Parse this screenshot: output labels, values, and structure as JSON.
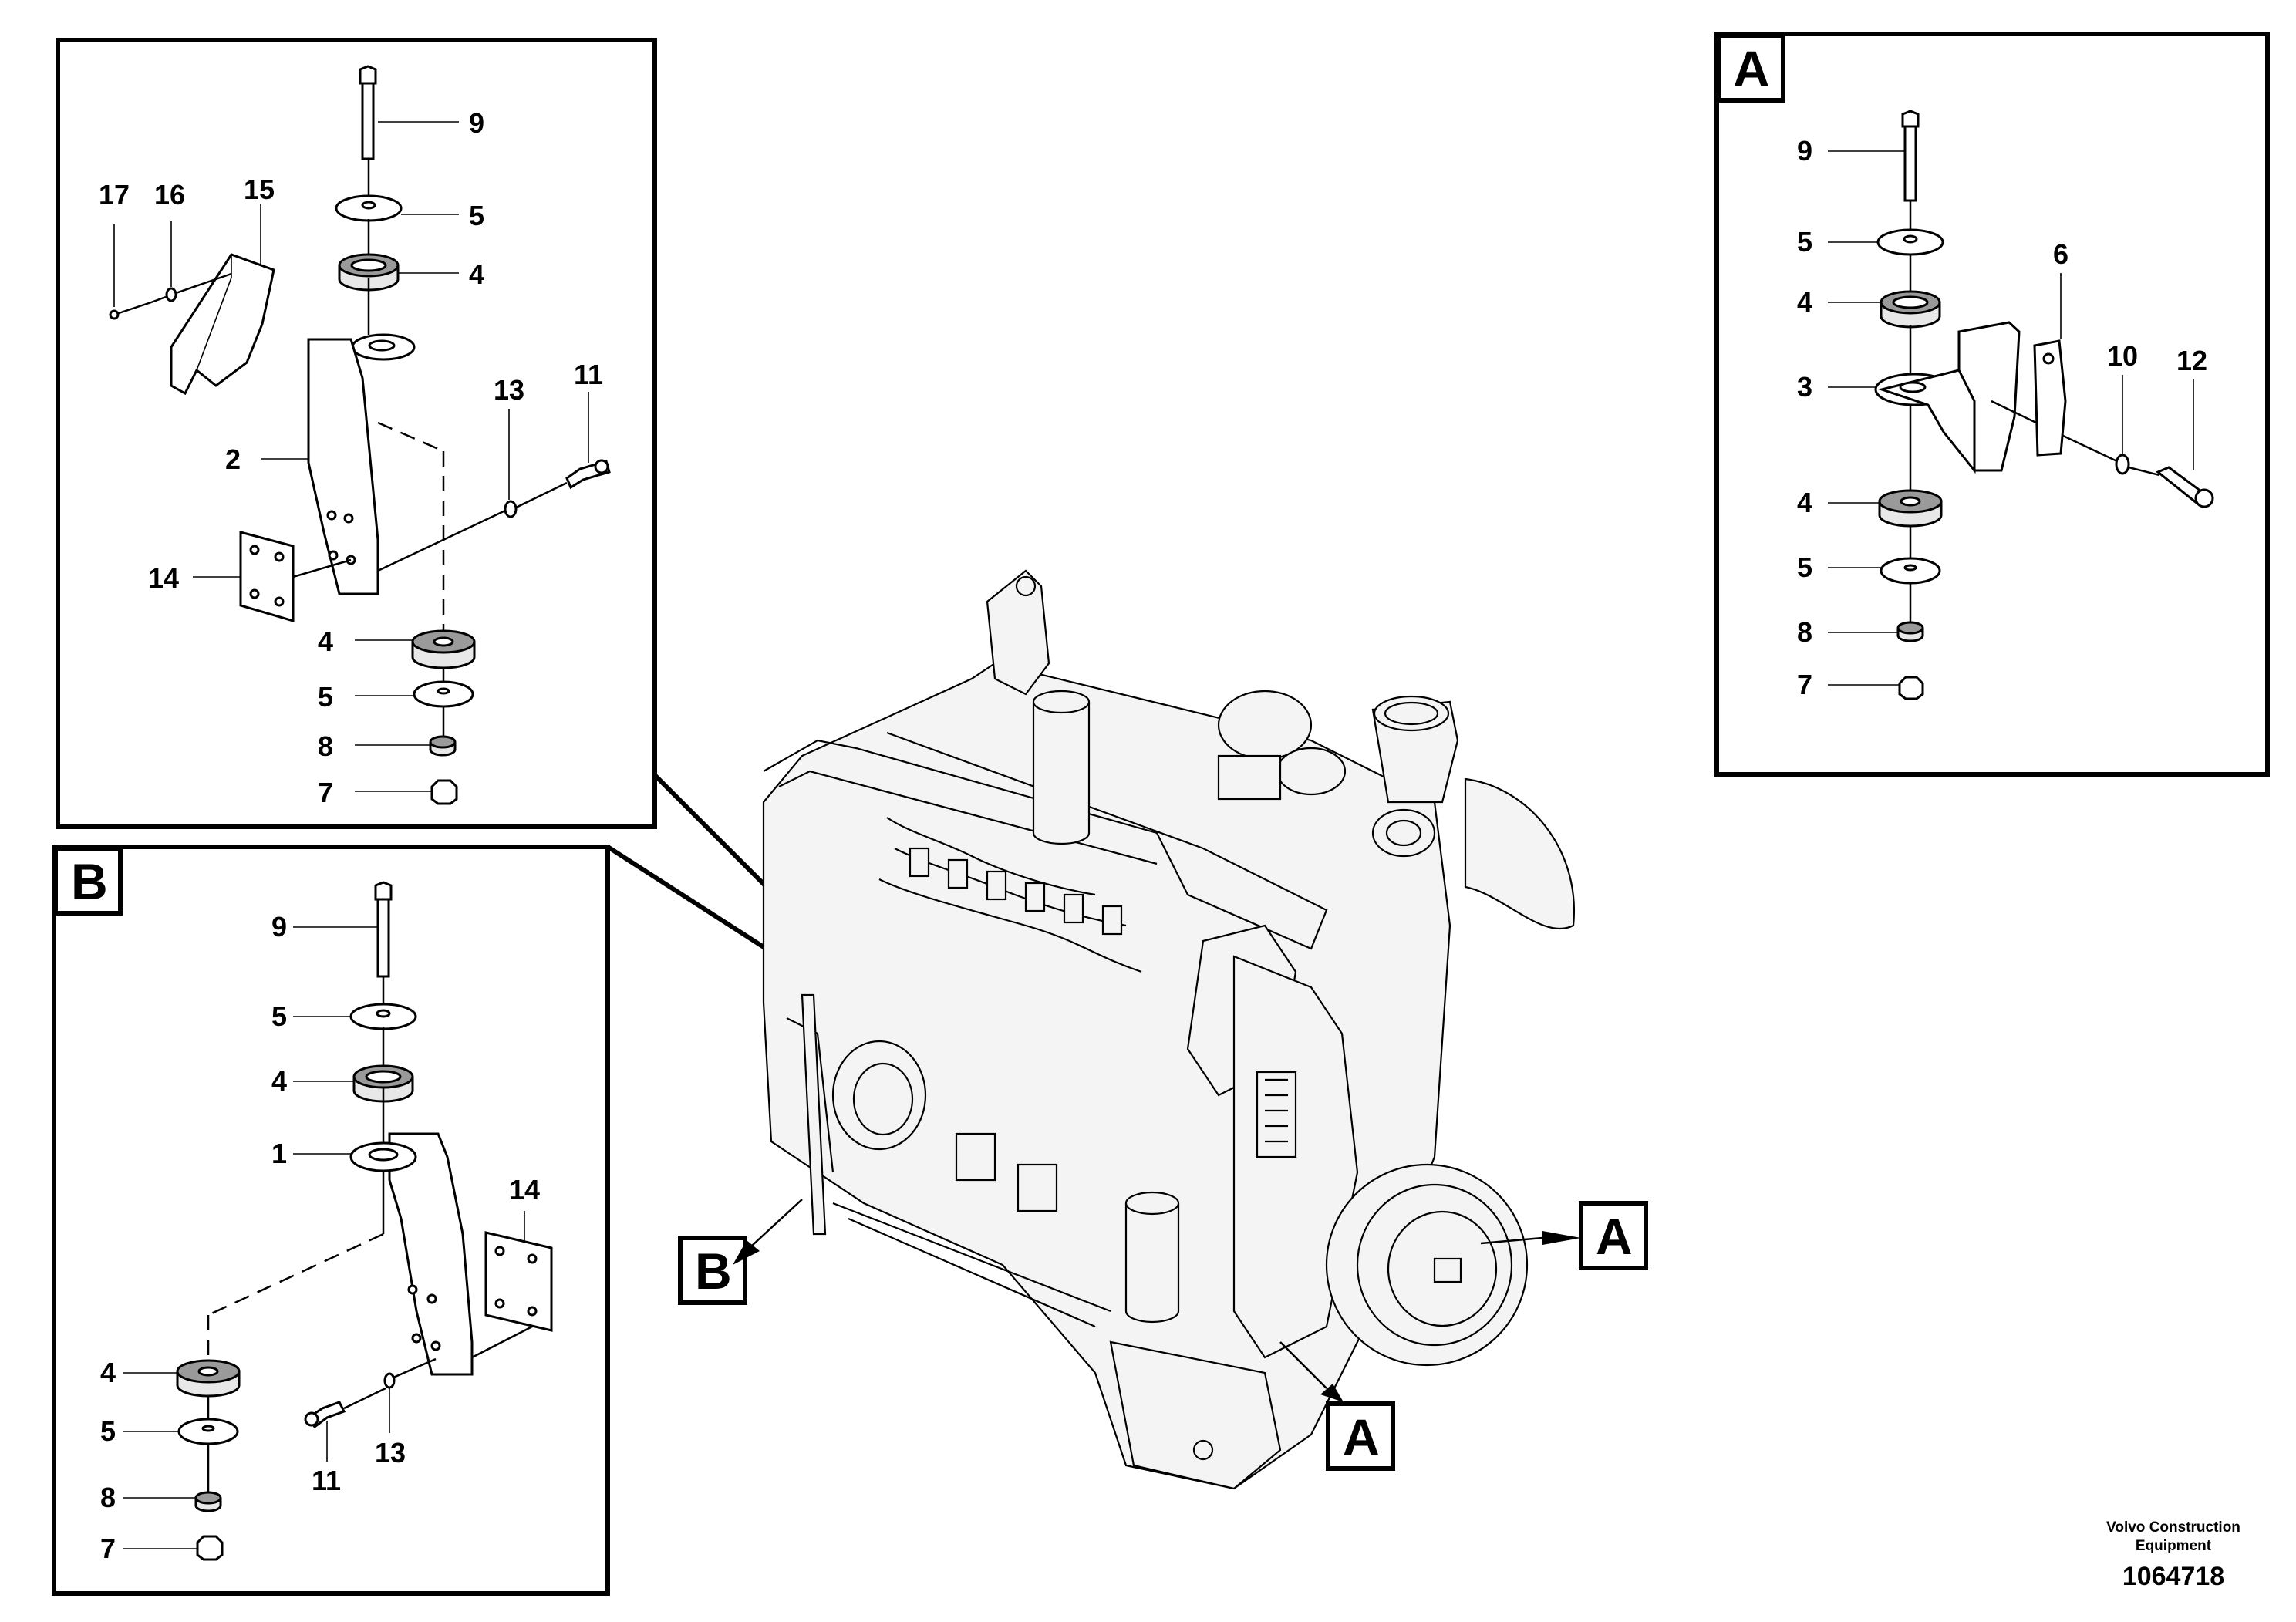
{
  "detail_A": {
    "title": "A",
    "callouts": [
      "9",
      "5",
      "4",
      "3",
      "4",
      "5",
      "8",
      "7",
      "6",
      "10",
      "12"
    ]
  },
  "detail_B": {
    "title": "B",
    "callouts": [
      "9",
      "5",
      "4",
      "1",
      "14",
      "4",
      "5",
      "8",
      "7",
      "11",
      "13"
    ]
  },
  "detail_top": {
    "callouts": [
      "9",
      "5",
      "4",
      "17",
      "16",
      "15",
      "13",
      "11",
      "2",
      "14",
      "4",
      "5",
      "8",
      "7"
    ]
  },
  "engine_markers": [
    "A",
    "B",
    "A"
  ],
  "footer": {
    "brand_line1": "Volvo Construction",
    "brand_line2": "Equipment",
    "doc_number": "1064718"
  }
}
